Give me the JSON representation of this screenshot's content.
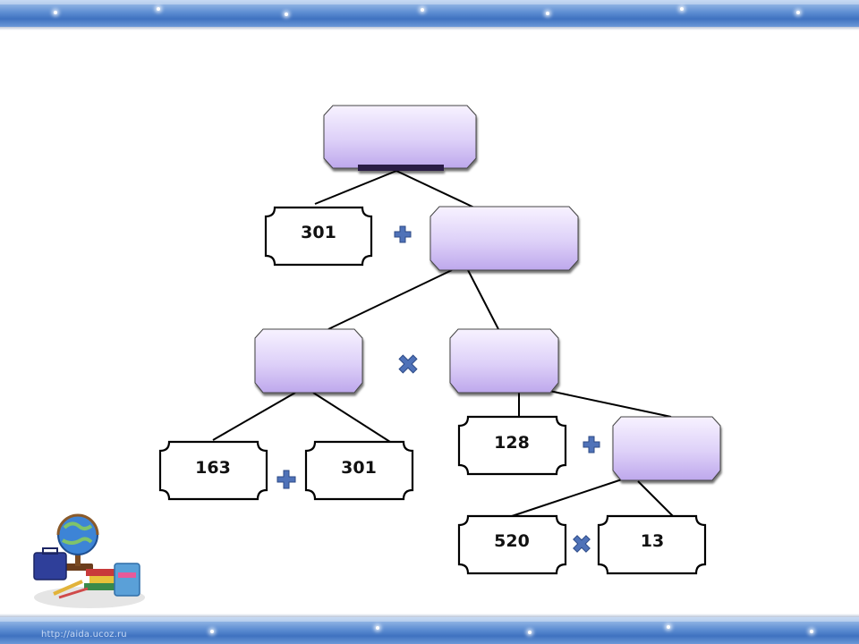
{
  "slide": {
    "footer_url": "http://aida.ucoz.ru"
  },
  "colors": {
    "band": "#4f80c8",
    "purple_box_top": "#f6f0ff",
    "purple_box_bottom": "#c5b1ee",
    "operator": "#4f72b8",
    "line": "#000000"
  },
  "tree": {
    "root": {
      "kind": "empty"
    },
    "level1": {
      "left": {
        "kind": "number",
        "value": "301"
      },
      "operator": "+",
      "right": {
        "kind": "empty"
      }
    },
    "level2": {
      "left": {
        "kind": "empty"
      },
      "operator": "×",
      "right": {
        "kind": "empty"
      }
    },
    "level3_left": {
      "left": {
        "kind": "number",
        "value": "163"
      },
      "operator": "+",
      "right": {
        "kind": "number",
        "value": "301"
      }
    },
    "level3_right": {
      "left": {
        "kind": "number",
        "value": "128"
      },
      "operator": "+",
      "right": {
        "kind": "empty"
      }
    },
    "level4": {
      "left": {
        "kind": "number",
        "value": "520"
      },
      "operator": "×",
      "right": {
        "kind": "number",
        "value": "13"
      }
    }
  },
  "clipart": {
    "icon": "globe-and-school-supplies-icon"
  }
}
